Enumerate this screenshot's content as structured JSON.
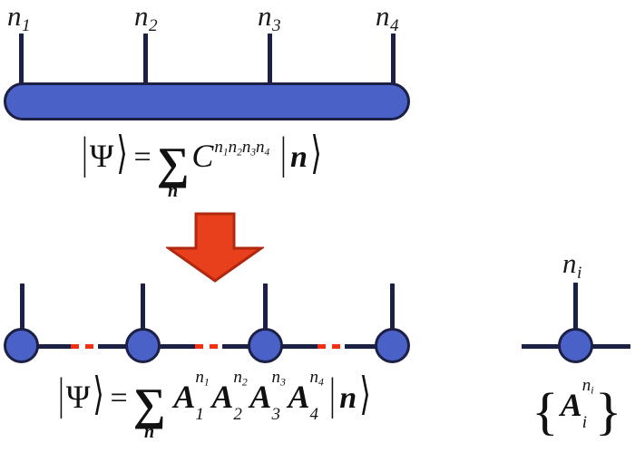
{
  "figure": {
    "title": "Matrix product state (MPS) decomposition diagram",
    "colors": {
      "tensor_fill": "#4a62c8",
      "tensor_outline": "#1b2044",
      "bond_line": "#1b2044",
      "dashed_bond": "#f03010",
      "arrow": "#e8401c",
      "arrow_outline": "#b02810",
      "background": "#ffffff",
      "text": "#111111"
    },
    "top_panel": {
      "description": "single big tensor C with four open physical legs",
      "leg_labels": [
        {
          "base": "n",
          "sub": "1"
        },
        {
          "base": "n",
          "sub": "2"
        },
        {
          "base": "n",
          "sub": "3"
        },
        {
          "base": "n",
          "sub": "4"
        }
      ]
    },
    "equation_top": {
      "lhs_ket_open": "|",
      "lhs_symbol": "Ψ",
      "lhs_ket_close": "⟩",
      "equals": "=",
      "sum_symbol": "∑",
      "sum_subscript": "n",
      "coefficient": "C",
      "coefficient_superscript": [
        {
          "base": "n",
          "sub": "1"
        },
        {
          "base": "n",
          "sub": "2"
        },
        {
          "base": "n",
          "sub": "3"
        },
        {
          "base": "n",
          "sub": "4"
        }
      ],
      "ket_open": "|",
      "ket_symbol": "n",
      "ket_close": "⟩"
    },
    "arrow": {
      "name": "down-arrow",
      "direction": "down"
    },
    "bottom_panel": {
      "description": "chain of four MPS tensors joined by virtual bonds with red dashed segments",
      "node_count": 4,
      "bond_count": 3
    },
    "equation_bottom": {
      "lhs_ket_open": "|",
      "lhs_symbol": "Ψ",
      "lhs_ket_close": "⟩",
      "equals": "=",
      "sum_symbol": "∑",
      "sum_subscript": "n",
      "factors": [
        {
          "base": "A",
          "sup_base": "n",
          "sup_sub": "1",
          "sub": "1"
        },
        {
          "base": "A",
          "sup_base": "n",
          "sup_sub": "2",
          "sub": "2"
        },
        {
          "base": "A",
          "sup_base": "n",
          "sup_sub": "3",
          "sub": "3"
        },
        {
          "base": "A",
          "sup_base": "n",
          "sup_sub": "4",
          "sub": "4"
        }
      ],
      "ket_open": "|",
      "ket_symbol": "n",
      "ket_close": "⟩"
    },
    "right_panel": {
      "description": "generic single MPS tensor with one physical leg and two virtual bonds",
      "leg_label": {
        "base": "n",
        "sub": "i"
      },
      "set_open": "{",
      "set_symbol": "A",
      "set_superscript_base": "n",
      "set_superscript_sub": "i",
      "set_subscript": "i",
      "set_close": "}"
    }
  }
}
